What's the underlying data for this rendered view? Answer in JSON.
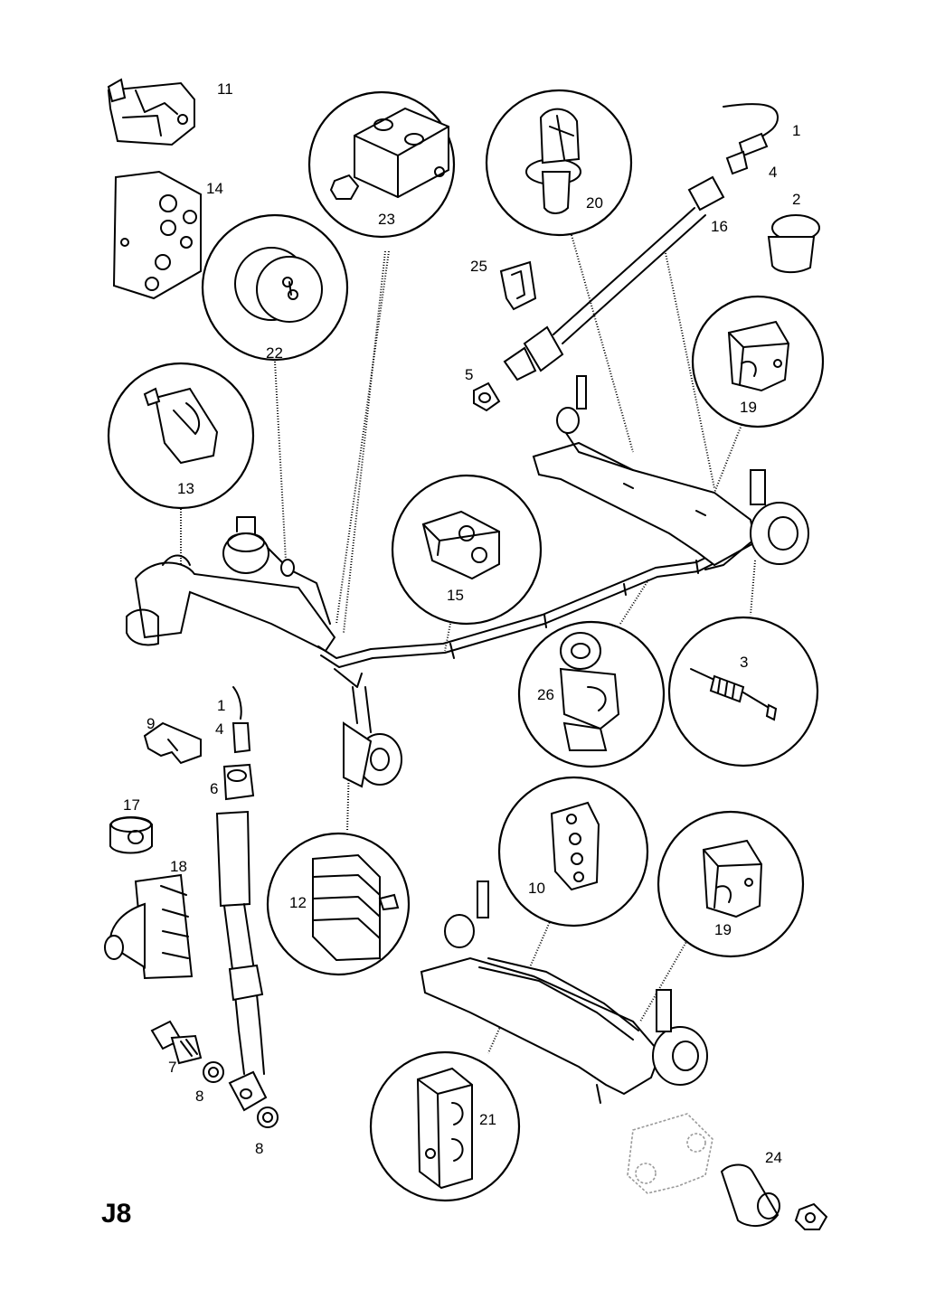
{
  "page_code": "J8",
  "callouts": {
    "c1a": "1",
    "c4a": "4",
    "c2": "2",
    "c16": "16",
    "c20": "20",
    "c23": "23",
    "c25": "25",
    "c5": "5",
    "c19a": "19",
    "c22": "22",
    "c13": "13",
    "c15": "15",
    "c26": "26",
    "c3": "3",
    "c11": "11",
    "c14": "14",
    "c1b": "1",
    "c4b": "4",
    "c9": "9",
    "c6": "6",
    "c17": "17",
    "c18": "18",
    "c12": "12",
    "c10": "10",
    "c19b": "19",
    "c7": "7",
    "c8a": "8",
    "c8b": "8",
    "c21": "21",
    "c24": "24"
  }
}
